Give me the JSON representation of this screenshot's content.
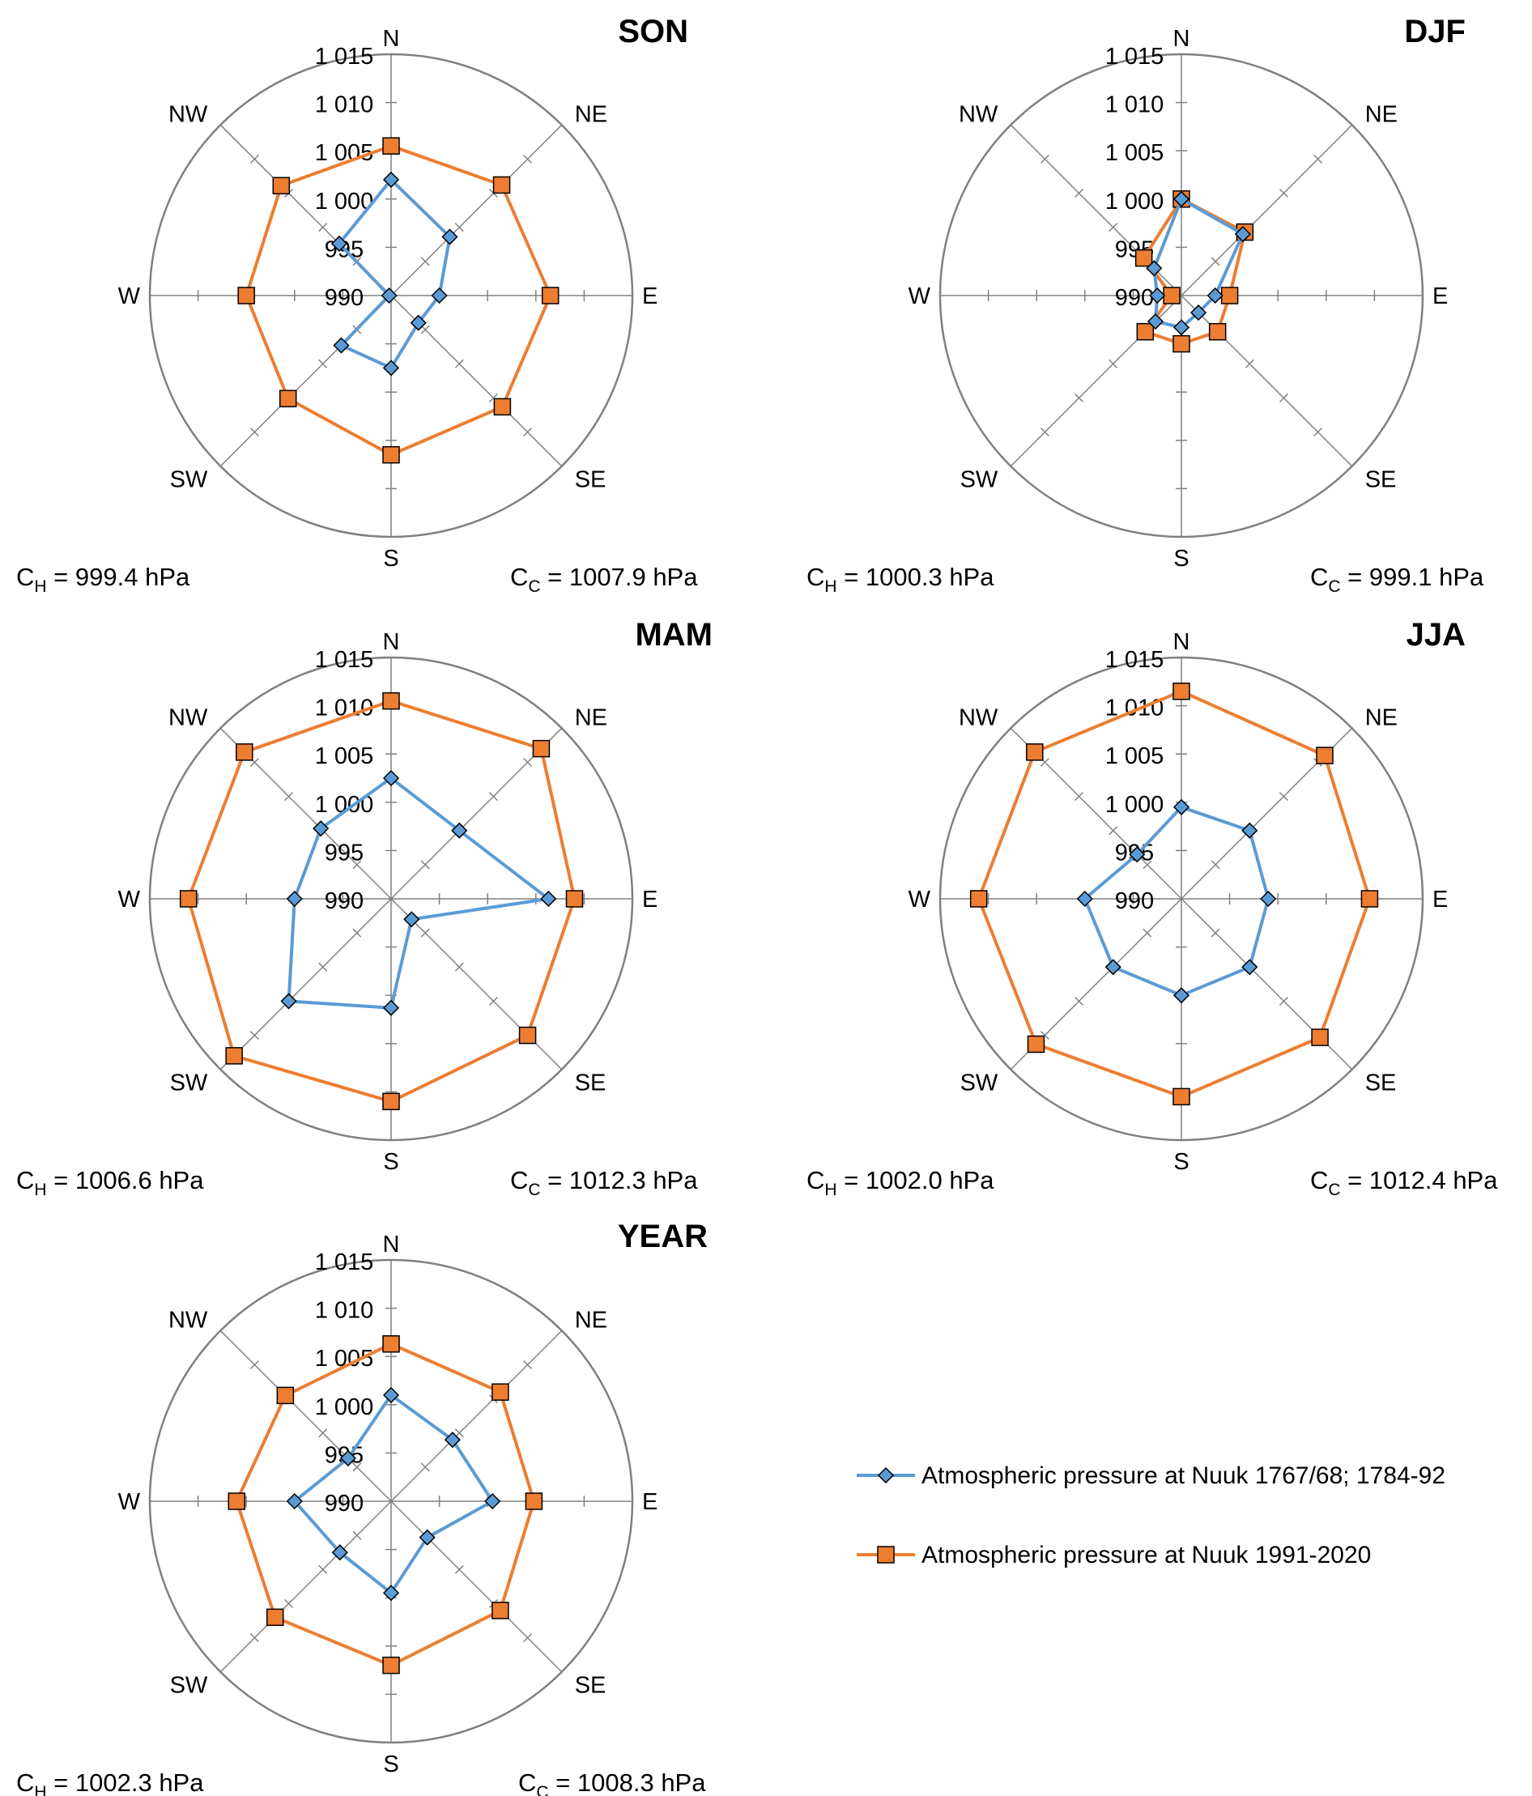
{
  "chart_data": [
    {
      "type": "radar",
      "title": "SON",
      "directions": [
        "N",
        "NE",
        "E",
        "SE",
        "S",
        "SW",
        "W",
        "NW"
      ],
      "radial_axis": {
        "min": 990,
        "max": 1015,
        "ticks": [
          "990",
          "995",
          "1 000",
          "1 005",
          "1 010",
          "1 015"
        ]
      },
      "series": [
        {
          "name": "Atmospheric pressure at Nuuk 1767/68; 1784-92",
          "values": [
            1002.0,
            998.6,
            995.0,
            994.0,
            997.5,
            997.3,
            990.2,
            997.6
          ]
        },
        {
          "name": "Atmospheric pressure at Nuuk 1991-2020",
          "values": [
            1005.5,
            1006.2,
            1006.5,
            1006.3,
            1006.5,
            1005.1,
            1005.0,
            1006.1
          ]
        }
      ],
      "stats": {
        "ch_label": "C",
        "ch_sub": "H",
        "ch_value": " = 999.4 hPa",
        "cc_label": "C",
        "cc_sub": "C",
        "cc_value": " = 1007.9 hPa"
      }
    },
    {
      "type": "radar",
      "title": "DJF",
      "directions": [
        "N",
        "NE",
        "E",
        "SE",
        "S",
        "SW",
        "W",
        "NW"
      ],
      "radial_axis": {
        "min": 990,
        "max": 1015,
        "ticks": [
          "990",
          "995",
          "1 000",
          "1 005",
          "1 010",
          "1 015"
        ]
      },
      "series": [
        {
          "name": "Atmospheric pressure at Nuuk 1767/68; 1784-92",
          "values": [
            1000.0,
            999.0,
            993.5,
            992.5,
            993.3,
            993.8,
            992.5,
            994.0
          ]
        },
        {
          "name": "Atmospheric pressure at Nuuk 1991-2020",
          "values": [
            1000.0,
            999.3,
            995.0,
            995.3,
            995.0,
            995.3,
            991.0,
            995.5
          ]
        }
      ],
      "stats": {
        "ch_label": "C",
        "ch_sub": "H",
        "ch_value": " = 1000.3 hPa",
        "cc_label": "C",
        "cc_sub": "C",
        "cc_value": " = 999.1 hPa"
      }
    },
    {
      "type": "radar",
      "title": "MAM",
      "directions": [
        "N",
        "NE",
        "E",
        "SE",
        "S",
        "SW",
        "W",
        "NW"
      ],
      "radial_axis": {
        "min": 990,
        "max": 1015,
        "ticks": [
          "990",
          "995",
          "1 000",
          "1 005",
          "1 010",
          "1 015"
        ]
      },
      "series": [
        {
          "name": "Atmospheric pressure at Nuuk 1767/68; 1784-92",
          "values": [
            1002.5,
            1000.0,
            1006.3,
            993.0,
            1001.3,
            1005.0,
            1000.0,
            1000.3
          ]
        },
        {
          "name": "Atmospheric pressure at Nuuk 1991-2020",
          "values": [
            1010.5,
            1012.0,
            1009.0,
            1010.0,
            1011.0,
            1013.0,
            1011.0,
            1011.5
          ]
        }
      ],
      "stats": {
        "ch_label": "C",
        "ch_sub": "H",
        "ch_value": " = 1006.6 hPa",
        "cc_label": "C",
        "cc_sub": "C",
        "cc_value": " = 1012.3 hPa"
      }
    },
    {
      "type": "radar",
      "title": "JJA",
      "directions": [
        "N",
        "NE",
        "E",
        "SE",
        "S",
        "SW",
        "W",
        "NW"
      ],
      "radial_axis": {
        "min": 990,
        "max": 1015,
        "ticks": [
          "990",
          "995",
          "1 000",
          "1 005",
          "1 010",
          "1 015"
        ]
      },
      "series": [
        {
          "name": "Atmospheric pressure at Nuuk 1767/68; 1784-92",
          "values": [
            999.5,
            1000.0,
            999.0,
            1000.0,
            1000.0,
            1000.0,
            1000.0,
            996.5
          ]
        },
        {
          "name": "Atmospheric pressure at Nuuk 1991-2020",
          "values": [
            1011.5,
            1011.0,
            1009.5,
            1010.3,
            1010.5,
            1011.3,
            1011.0,
            1011.5
          ]
        }
      ],
      "stats": {
        "ch_label": "C",
        "ch_sub": "H",
        "ch_value": " = 1002.0 hPa",
        "cc_label": "C",
        "cc_sub": "C",
        "cc_value": " = 1012.4 hPa"
      }
    },
    {
      "type": "radar",
      "title": "YEAR",
      "directions": [
        "N",
        "NE",
        "E",
        "SE",
        "S",
        "SW",
        "W",
        "NW"
      ],
      "radial_axis": {
        "min": 990,
        "max": 1015,
        "ticks": [
          "990",
          "995",
          "1 000",
          "1 005",
          "1 010",
          "1 015"
        ]
      },
      "series": [
        {
          "name": "Atmospheric pressure at Nuuk 1767/68; 1784-92",
          "values": [
            1001.0,
            999.0,
            1000.5,
            995.3,
            999.5,
            997.5,
            1000.0,
            996.3
          ]
        },
        {
          "name": "Atmospheric pressure at Nuuk 1991-2020",
          "values": [
            1006.3,
            1006.0,
            1004.8,
            1006.0,
            1007.0,
            1007.0,
            1006.0,
            1005.5
          ]
        }
      ],
      "stats": {
        "ch_label": "C",
        "ch_sub": "H",
        "ch_value": " = 1002.3 hPa",
        "cc_label": "C",
        "cc_sub": "C",
        "cc_value": " = 1008.3 hPa"
      }
    }
  ],
  "legend": {
    "placement": "bottom-right",
    "entries": [
      {
        "label": "Atmospheric pressure at Nuuk 1767/68; 1784-92",
        "color": "#5B9BD5",
        "marker": "diamond"
      },
      {
        "label": "Atmospheric pressure at Nuuk 1991-2020",
        "color": "#ED7D31",
        "marker": "square"
      }
    ]
  },
  "colors": {
    "series_1": "#5B9BD5",
    "series_2": "#ED7D31",
    "marker_stroke": "#000000",
    "grid": "#808080",
    "outer_circle": "#808080"
  }
}
